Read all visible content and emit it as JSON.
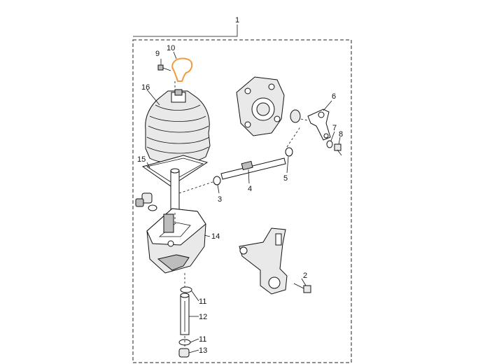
{
  "diagram": {
    "highlight_color": "#f39a3e",
    "callouts": {
      "c1": "1",
      "c2": "2",
      "c3": "3",
      "c4": "4",
      "c5": "5",
      "c6": "6",
      "c7": "7",
      "c8": "8",
      "c9": "9",
      "c10": "10",
      "c11a": "11",
      "c11b": "11",
      "c12": "12",
      "c13": "13",
      "c14": "14",
      "c15": "15",
      "c16": "16"
    }
  }
}
